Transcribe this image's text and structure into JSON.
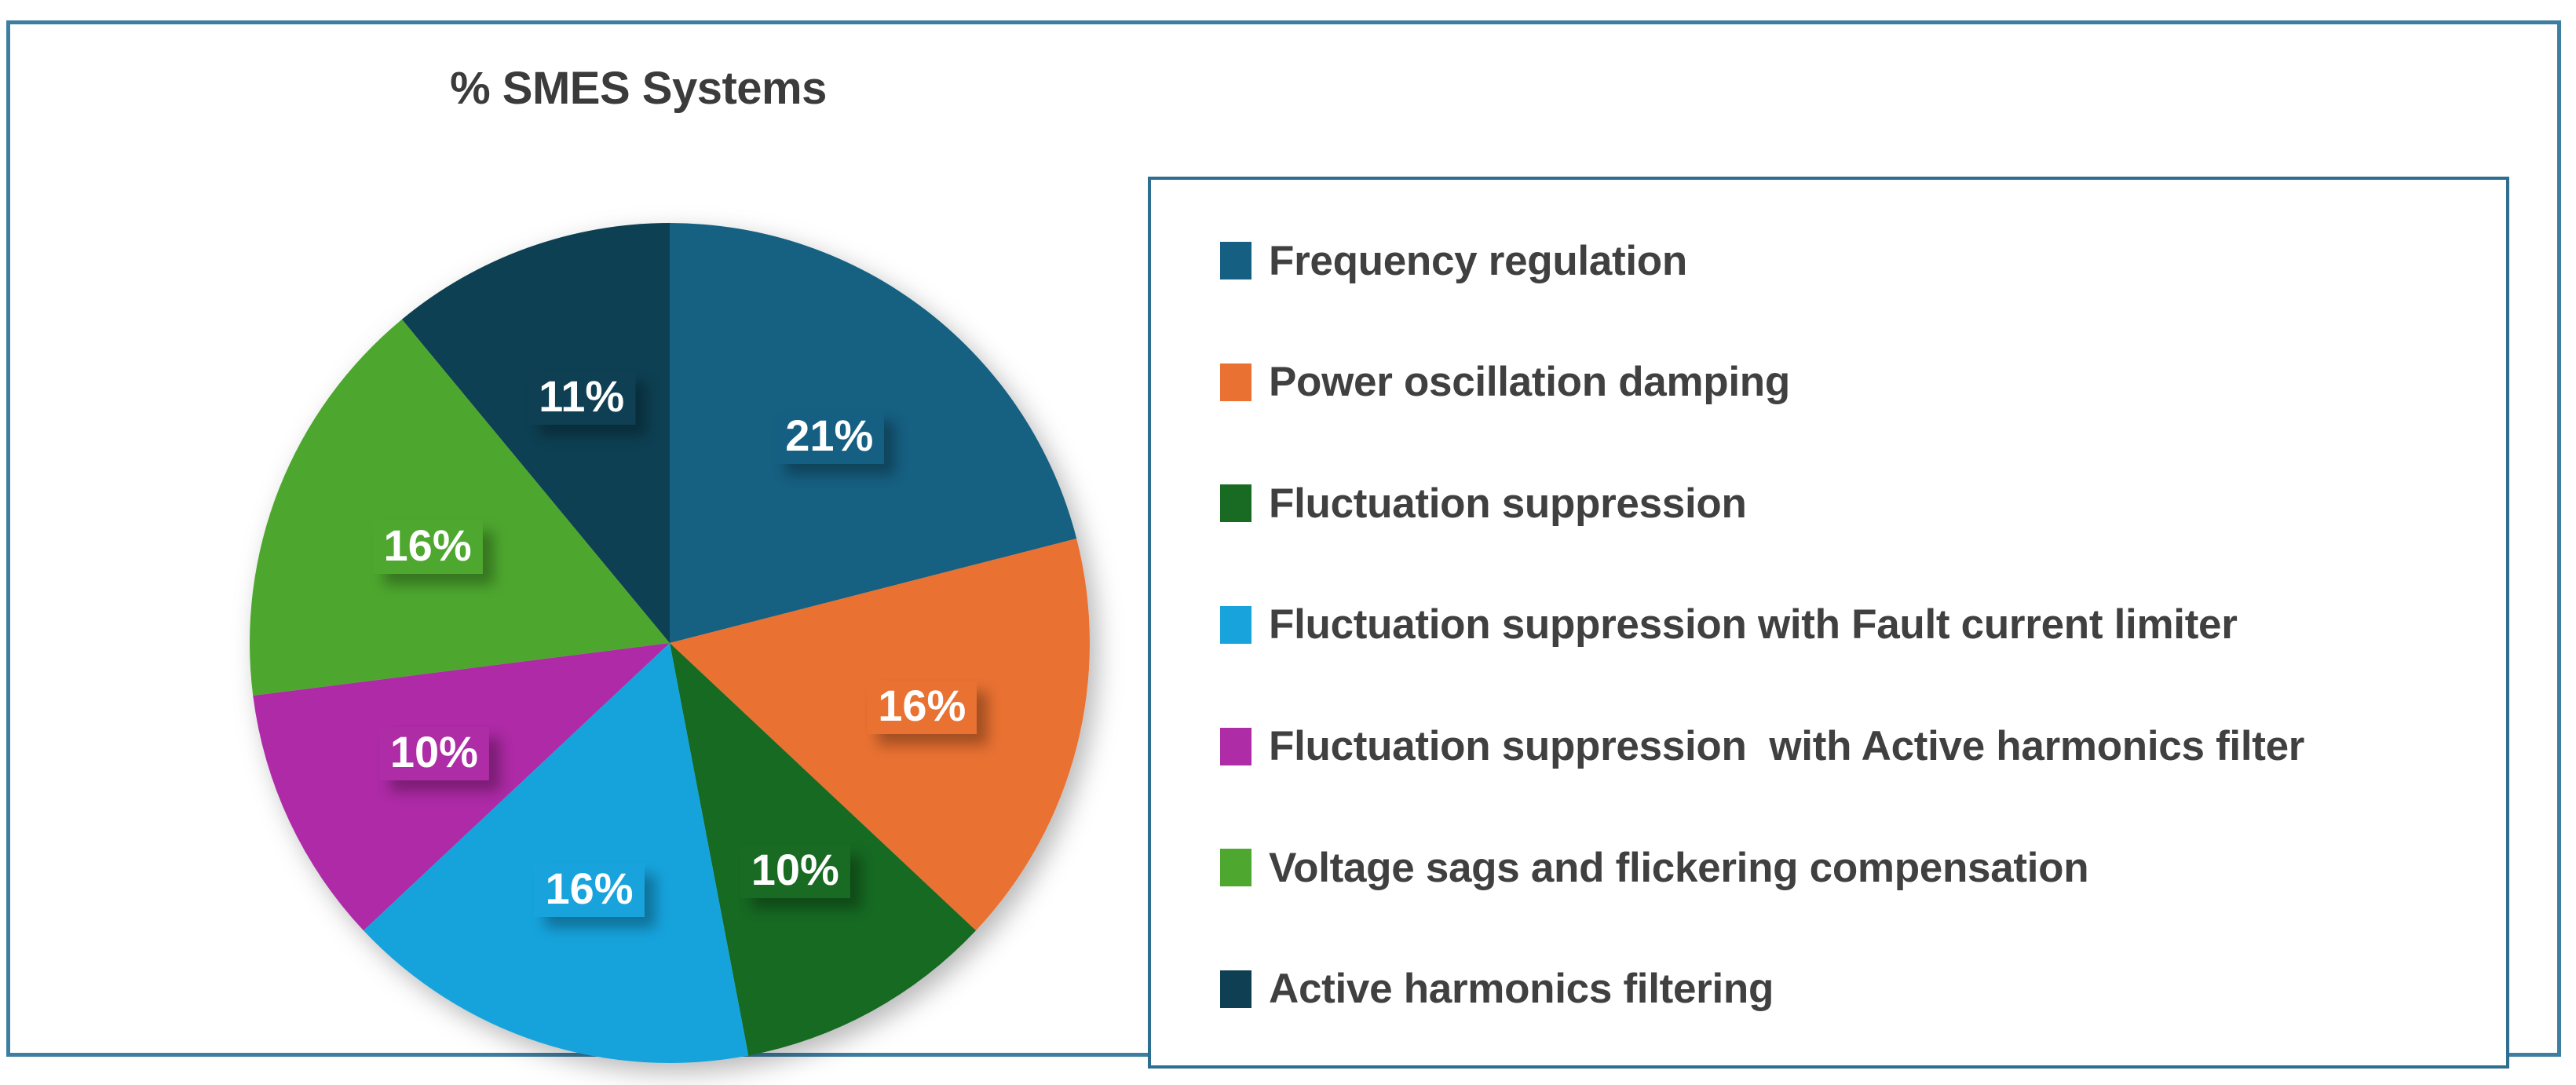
{
  "chart_data": {
    "type": "pie",
    "title": "% SMES Systems",
    "xlabel": "",
    "ylabel": "",
    "legend_position": "right",
    "grid": false,
    "unit": "%",
    "start_angle_deg": 0,
    "direction": "clockwise",
    "categories": [
      "Frequency regulation",
      "Power oscillation damping",
      "Fluctuation suppression",
      "Fluctuation suppression with Fault current limiter",
      "Fluctuation suppression  with Active harmonics filter",
      "Voltage sags and flickering compensation",
      "Active harmonics filtering"
    ],
    "values": [
      21,
      16,
      10,
      16,
      10,
      16,
      11
    ],
    "data_labels": [
      "21%",
      "16%",
      "10%",
      "16%",
      "10%",
      "16%",
      "11%"
    ],
    "colors": [
      "#156082",
      "#E97132",
      "#196B24",
      "#19A3DC",
      "#AE2CA6",
      "#4EA72E",
      "#0F3F52"
    ],
    "slices": [
      {
        "label": "Frequency regulation",
        "value": 21,
        "data_label": "21%",
        "color": "#156082"
      },
      {
        "label": "Power oscillation damping",
        "value": 16,
        "data_label": "16%",
        "color": "#E97132"
      },
      {
        "label": "Fluctuation suppression",
        "value": 10,
        "data_label": "10%",
        "color": "#196B24"
      },
      {
        "label": "Fluctuation suppression with Fault current limiter",
        "value": 16,
        "data_label": "16%",
        "color": "#19A3DC"
      },
      {
        "label": "Fluctuation suppression  with Active harmonics filter",
        "value": 10,
        "data_label": "10%",
        "color": "#AE2CA6"
      },
      {
        "label": "Voltage sags and flickering compensation",
        "value": 16,
        "data_label": "16%",
        "color": "#4EA72E"
      },
      {
        "label": "Active harmonics filtering",
        "value": 11,
        "data_label": "11%",
        "color": "#0F3F52"
      }
    ]
  },
  "frame": {
    "border_color": "#3E7EA0"
  },
  "legend": {
    "border_color": "#2E6E91",
    "items": [
      {
        "label": "Frequency regulation",
        "color": "#156082"
      },
      {
        "label": "Power oscillation damping",
        "color": "#E97132"
      },
      {
        "label": "Fluctuation suppression",
        "color": "#196B24"
      },
      {
        "label": "Fluctuation suppression with Fault current limiter",
        "color": "#19A3DC"
      },
      {
        "label": "Fluctuation suppression  with Active harmonics filter",
        "color": "#AE2CA6"
      },
      {
        "label": "Voltage sags and flickering compensation",
        "color": "#4EA72E"
      },
      {
        "label": "Active harmonics filtering",
        "color": "#0F3F52"
      }
    ]
  }
}
